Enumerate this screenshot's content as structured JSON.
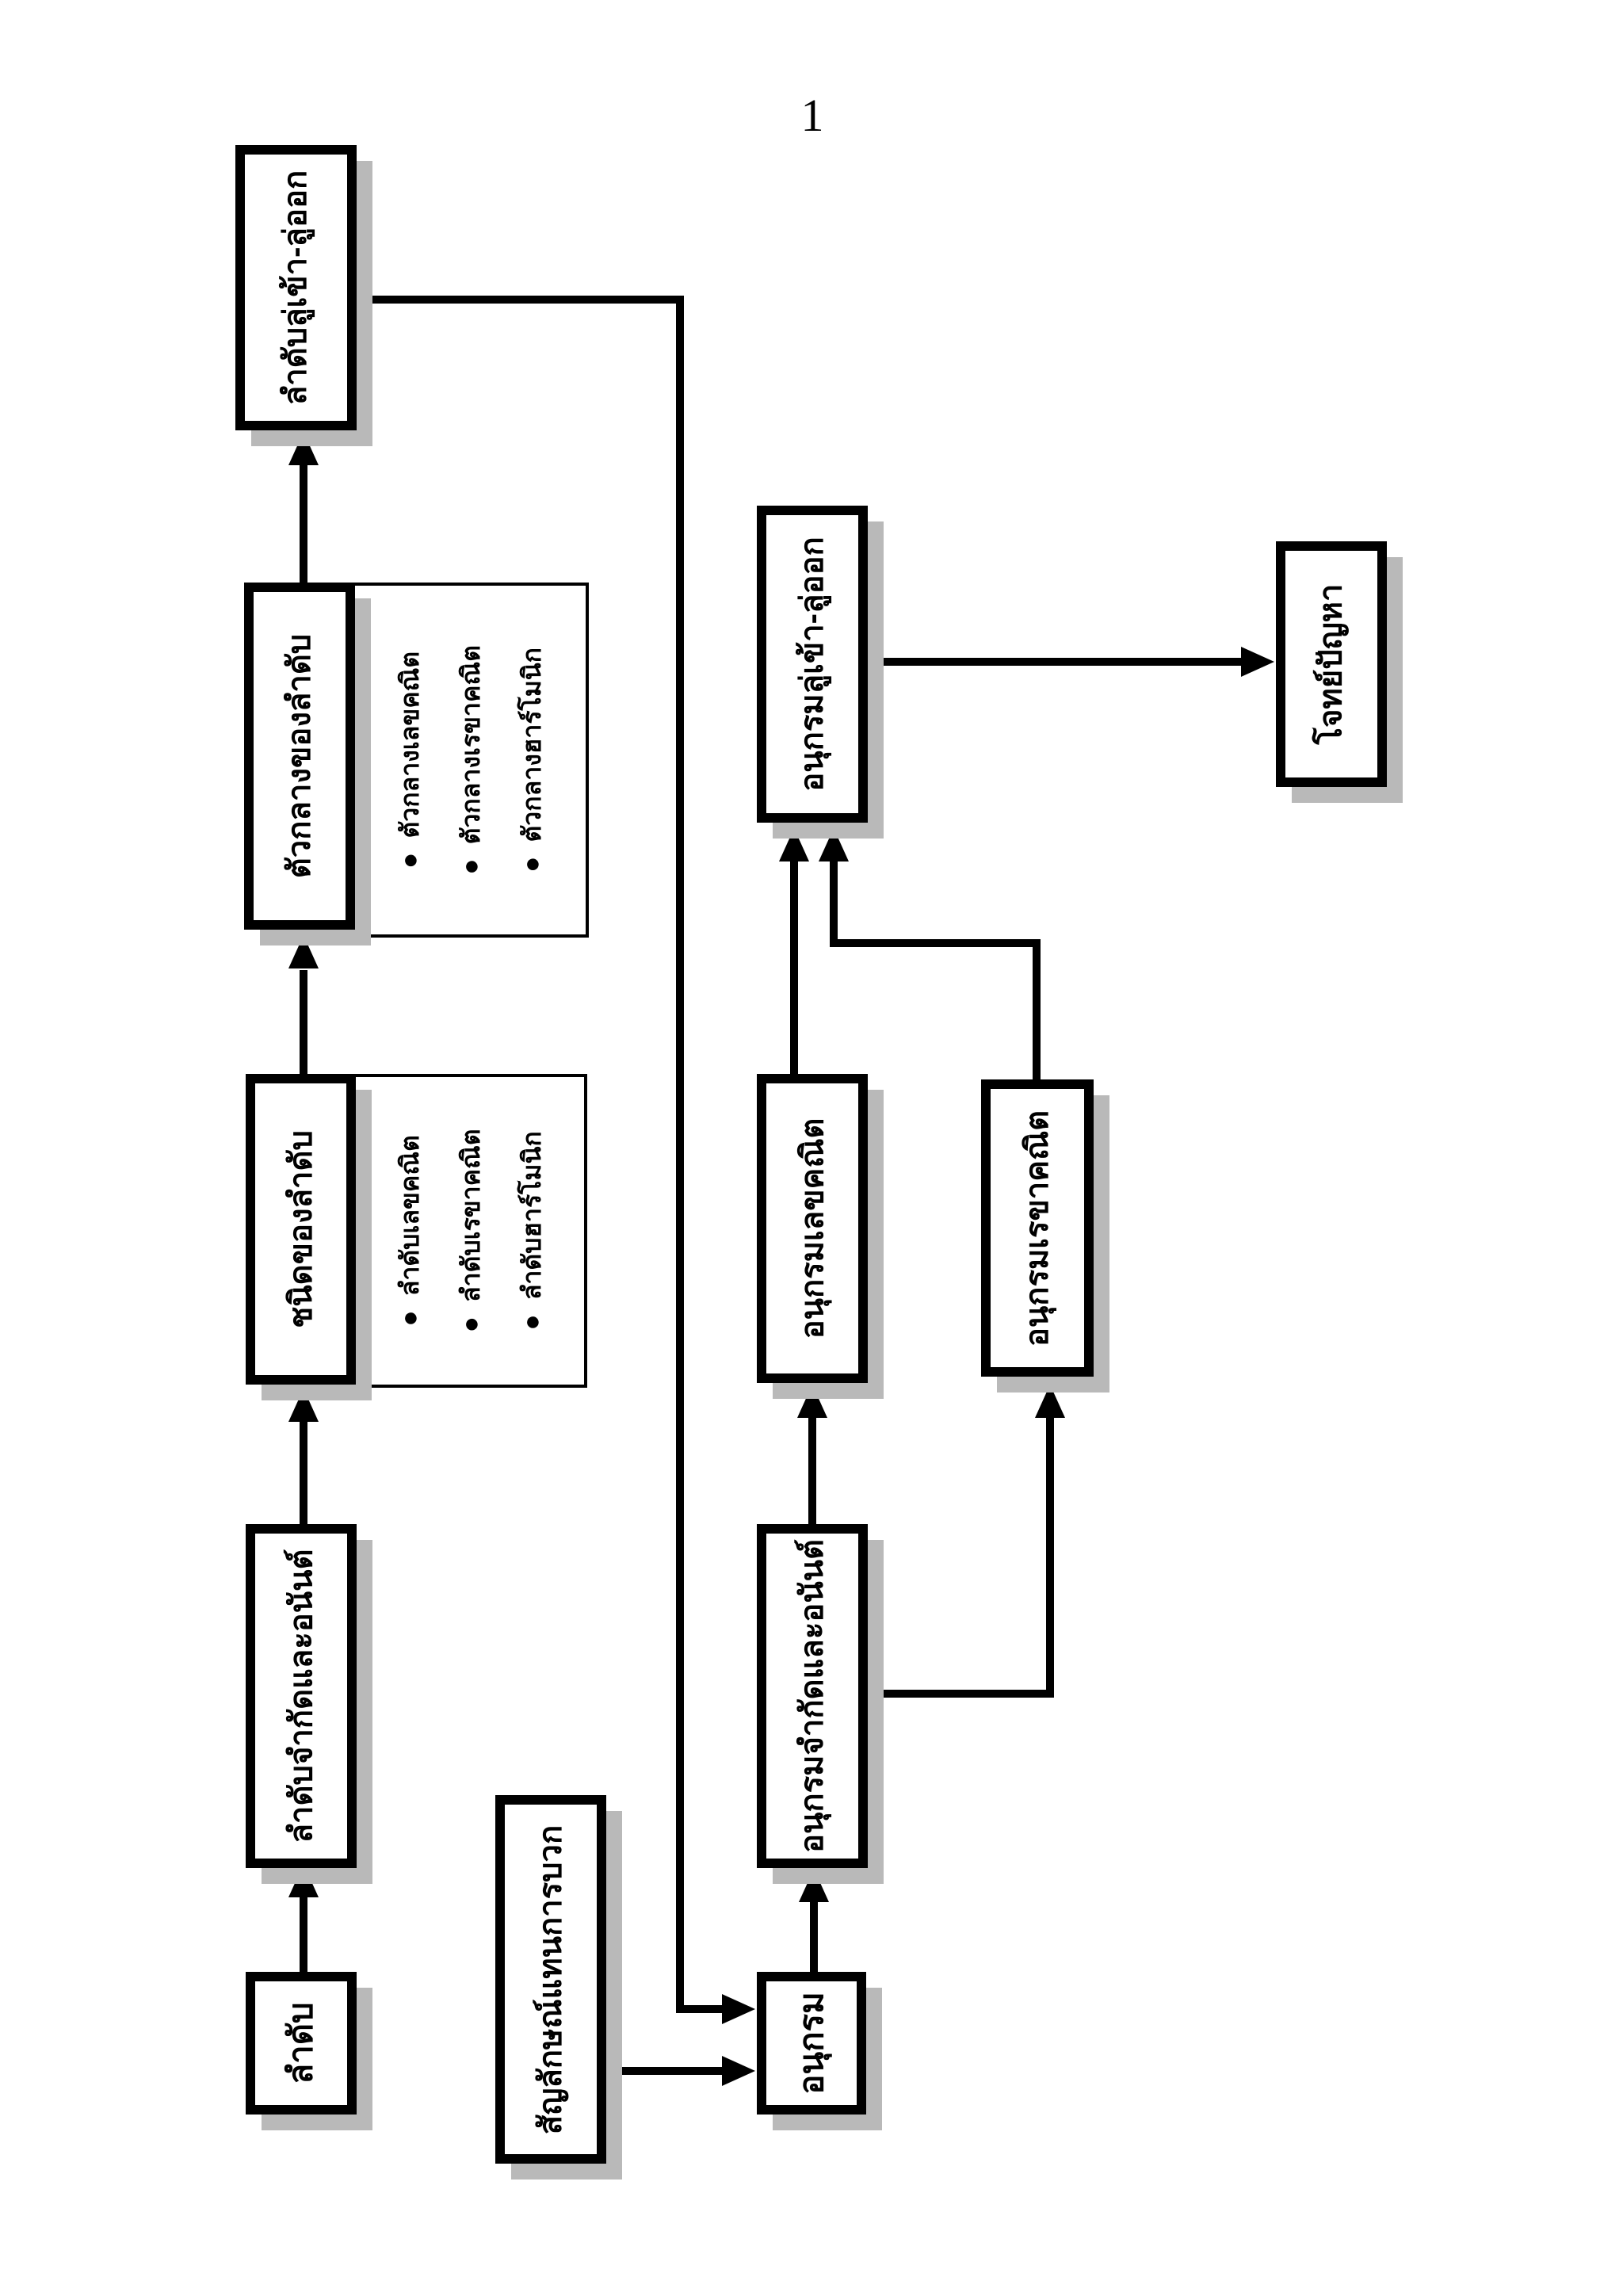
{
  "page_number": "1",
  "bullet_char": "●",
  "colors": {
    "ink": "#000000",
    "shadow": "#b9b9b9",
    "paper": "#ffffff"
  },
  "diagram": {
    "left_column": {
      "sequence": "ลำดับ",
      "finite_infinite_sequence": "ลำดับจำกัดและอนันต์",
      "sequence_types": "ชนิดของลำดับ",
      "sequence_type_items": [
        "ลำดับเลขคณิต",
        "ลำดับเรขาคณิต",
        "ลำดับฮาร์โมนิก"
      ],
      "sequence_means": "ตัวกลางของลำดับ",
      "sequence_mean_items": [
        "ตัวกลางเลขคณิต",
        "ตัวกลางเรขาคณิต",
        "ตัวกลางฮาร์โมนิก"
      ],
      "convergent_divergent_sequence": "ลำดับลู่เข้า-ลู่ออก"
    },
    "middle_column": {
      "summation_symbol": "สัญลักษณ์แทนการบวก",
      "series": "อนุกรม",
      "finite_infinite_series": "อนุกรมจำกัดและอนันต์",
      "arithmetic_series": "อนุกรมเลขคณิต",
      "geometric_series": "อนุกรมเรขาคณิต",
      "convergent_divergent_series": "อนุกรมลู่เข้า-ลู่ออก"
    },
    "right_column": {
      "word_problems": "โจทย์ปัญหา"
    }
  }
}
